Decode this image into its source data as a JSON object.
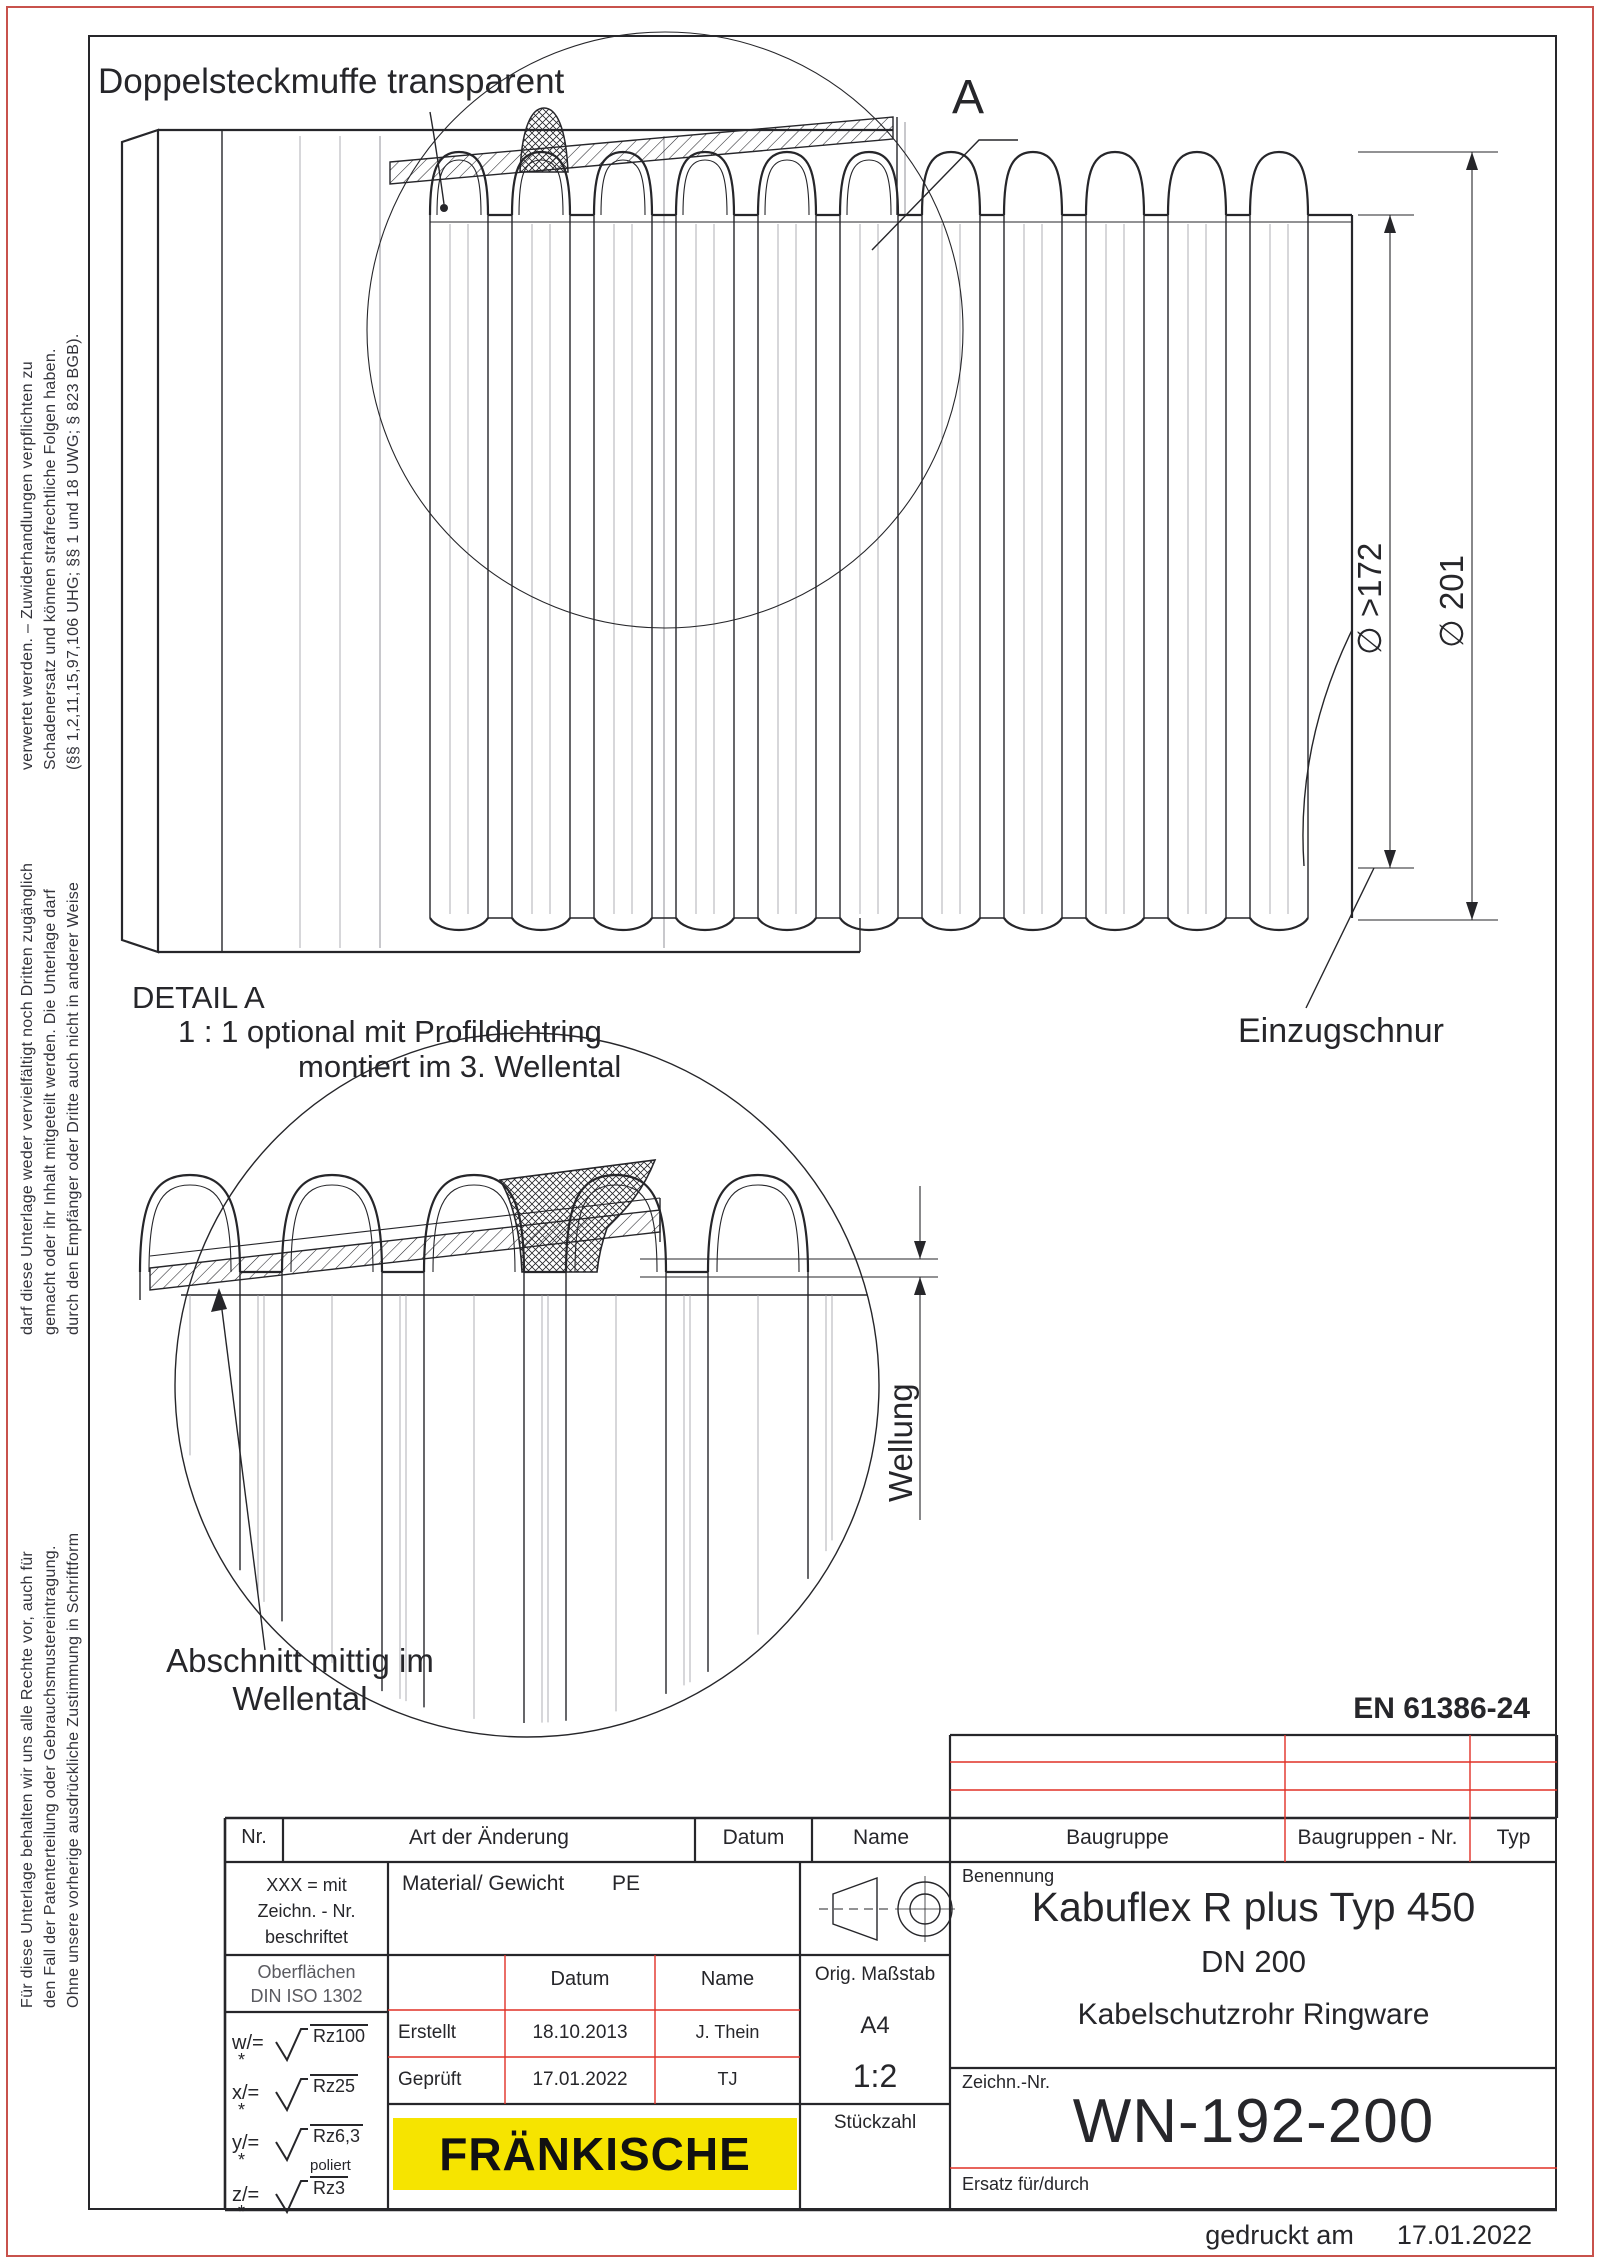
{
  "margin_notes": {
    "top": [
      "verwertet werden. – Zuwiderhandlungen verpflichten zu",
      "Schadenersatz und können strafrechtliche Folgen haben.",
      "(§§ 1,2,11,15,97,106 UHG; §§ 1 und 18 UWG; § 823 BGB)."
    ],
    "middle": [
      "darf diese Unterlage weder vervielfältigt noch Dritten zugänglich",
      "gemacht oder ihr Inhalt mitgeteilt werden. Die Unterlage darf",
      "durch den Empfänger oder Dritte auch nicht in anderer Weise"
    ],
    "bottom": [
      "Für diese Unterlage behalten wir uns alle Rechte vor, auch für",
      "den Fall der Patenterteilung oder Gebrauchsmustereintragung.",
      "Ohne unsere vorherige ausdrückliche Zustimmung in Schriftform"
    ]
  },
  "drawing": {
    "sleeve_label": "Doppelsteckmuffe transparent",
    "detail_marker": "A",
    "dim_inner": "∅ >172",
    "dim_outer": "∅ 201",
    "cord_label": "Einzugschnur",
    "detail_title": "DETAIL A",
    "detail_scale_note": "1 : 1  optional mit Profildichtring",
    "detail_note2": "montiert im 3. Wellental",
    "wave_label": "Wellung",
    "section_note_line1": "Abschnitt mittig im",
    "section_note_line2": "Wellental",
    "standard": "EN 61386-24"
  },
  "title_block": {
    "rev_cols": {
      "nr": "Nr.",
      "change": "Art der Änderung",
      "date": "Datum",
      "name": "Name",
      "assembly": "Baugruppe",
      "assembly_nr": "Baugruppen - Nr.",
      "type": "Typ"
    },
    "xxx_note": [
      "XXX = mit",
      "Zeichn. - Nr.",
      "beschriftet"
    ],
    "material_label": "Material/ Gewicht",
    "material_value": "PE",
    "surface_header": [
      "Oberflächen",
      "DIN  ISO  1302"
    ],
    "surface_marks": [
      {
        "sym": "w/=",
        "value": "Rz100",
        "ast": "*"
      },
      {
        "sym": "x/=",
        "value": "Rz25",
        "ast": "*"
      },
      {
        "sym": "y/=",
        "value": "Rz6,3",
        "ast": "*"
      },
      {
        "sym": "z/=",
        "note": "poliert",
        "value": "Rz3",
        "ast": "*"
      }
    ],
    "approval": {
      "date_header": "Datum",
      "name_header": "Name",
      "rows": [
        {
          "role": "Erstellt",
          "date": "18.10.2013",
          "name": "J. Thein"
        },
        {
          "role": "Geprüft",
          "date": "17.01.2022",
          "name": "TJ"
        }
      ]
    },
    "scale_label": "Orig. Maßstab",
    "format": "A4",
    "scale": "1:2",
    "quantity_label": "Stückzahl",
    "logo_text": "FRÄNKISCHE",
    "designation_label": "Benennung",
    "product": [
      "Kabuflex R plus Typ 450",
      "DN 200",
      "Kabelschutzrohr Ringware"
    ],
    "drawing_no_label": "Zeichn.-Nr.",
    "drawing_no": "WN-192-200",
    "replaces_label": "Ersatz für/durch"
  },
  "footer": {
    "printed_label": "gedruckt am",
    "printed_date": "17.01.2022"
  },
  "colors": {
    "line": "#26262a",
    "red": "#e03127",
    "page_border_red": "#c8524c",
    "logo_yellow": "#f6e400"
  }
}
